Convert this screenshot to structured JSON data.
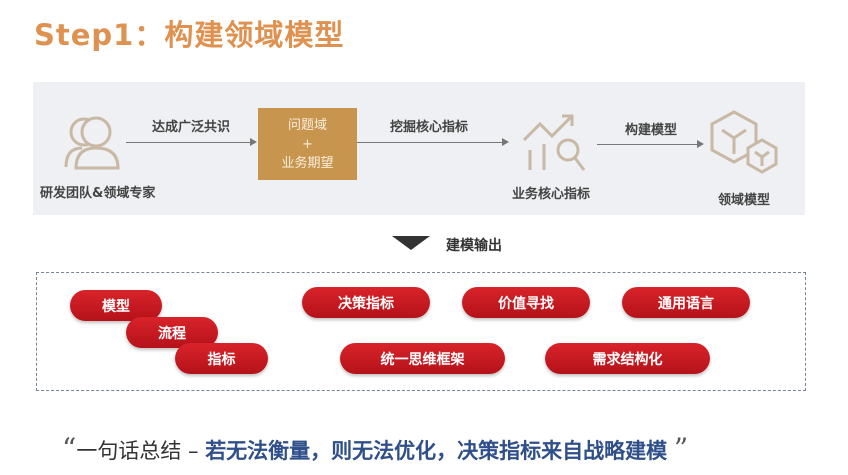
{
  "title": "Step1：构建领域模型",
  "flow": {
    "actor": "研发团队&领域专家",
    "edge1": "达成广泛共识",
    "box_line1": "问题域",
    "box_plus": "+",
    "box_line2": "业务期望",
    "edge2": "挖掘核心指标",
    "metrics": "业务核心指标",
    "edge3": "构建模型",
    "model": "领域模型"
  },
  "output_label": "建模输出",
  "outputs": [
    "模型",
    "流程",
    "指标",
    "决策指标",
    "价值寻找",
    "通用语言",
    "统一思维框架",
    "需求结构化"
  ],
  "summary": {
    "open_quote": "“",
    "prefix": "一句话总结 – ",
    "emphasis": "若无法衡量，则无法优化，决策指标来自战略建模",
    "close_quote": "”"
  },
  "colors": {
    "title": "#df9150",
    "box": "#c8954f",
    "pill": "#c8161d",
    "emphasis": "#2f4f8a"
  }
}
